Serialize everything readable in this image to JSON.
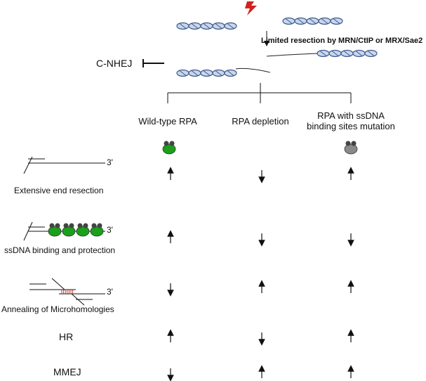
{
  "top": {
    "resection_label": "Limited resection by MRN/CtIP or MRX/Sae2",
    "cnhej_label": "C-NHEJ"
  },
  "columns": [
    {
      "label_line1": "Wild-type RPA",
      "label_line2": ""
    },
    {
      "label_line1": "RPA depletion",
      "label_line2": ""
    },
    {
      "label_line1": "RPA with ssDNA",
      "label_line2": "binding sites mutation"
    }
  ],
  "rows": [
    {
      "label": "Extensive end resection",
      "end_label": "3'",
      "arrows": [
        "up",
        "down",
        "up"
      ]
    },
    {
      "label": "ssDNA binding and protection",
      "end_label": "3'",
      "arrows": [
        "up",
        "down",
        "down"
      ]
    },
    {
      "label": "Annealing of Microhomologies",
      "end_label": "3'",
      "arrows": [
        "down",
        "up",
        "up"
      ]
    },
    {
      "label": "HR",
      "end_label": "",
      "arrows": [
        "up",
        "down",
        "up"
      ]
    },
    {
      "label": "MMEJ",
      "end_label": "",
      "arrows": [
        "down",
        "up",
        "up"
      ]
    }
  ],
  "colors": {
    "rpa_wildtype": "#1aa01a",
    "rpa_mutant": "#8a8a8a",
    "rpa_cap": "#444444",
    "dna_fill": "#c9d6ec",
    "dna_stroke": "#3d5a8a",
    "lightning": "#d42020",
    "microhomology": "#c0392b"
  }
}
